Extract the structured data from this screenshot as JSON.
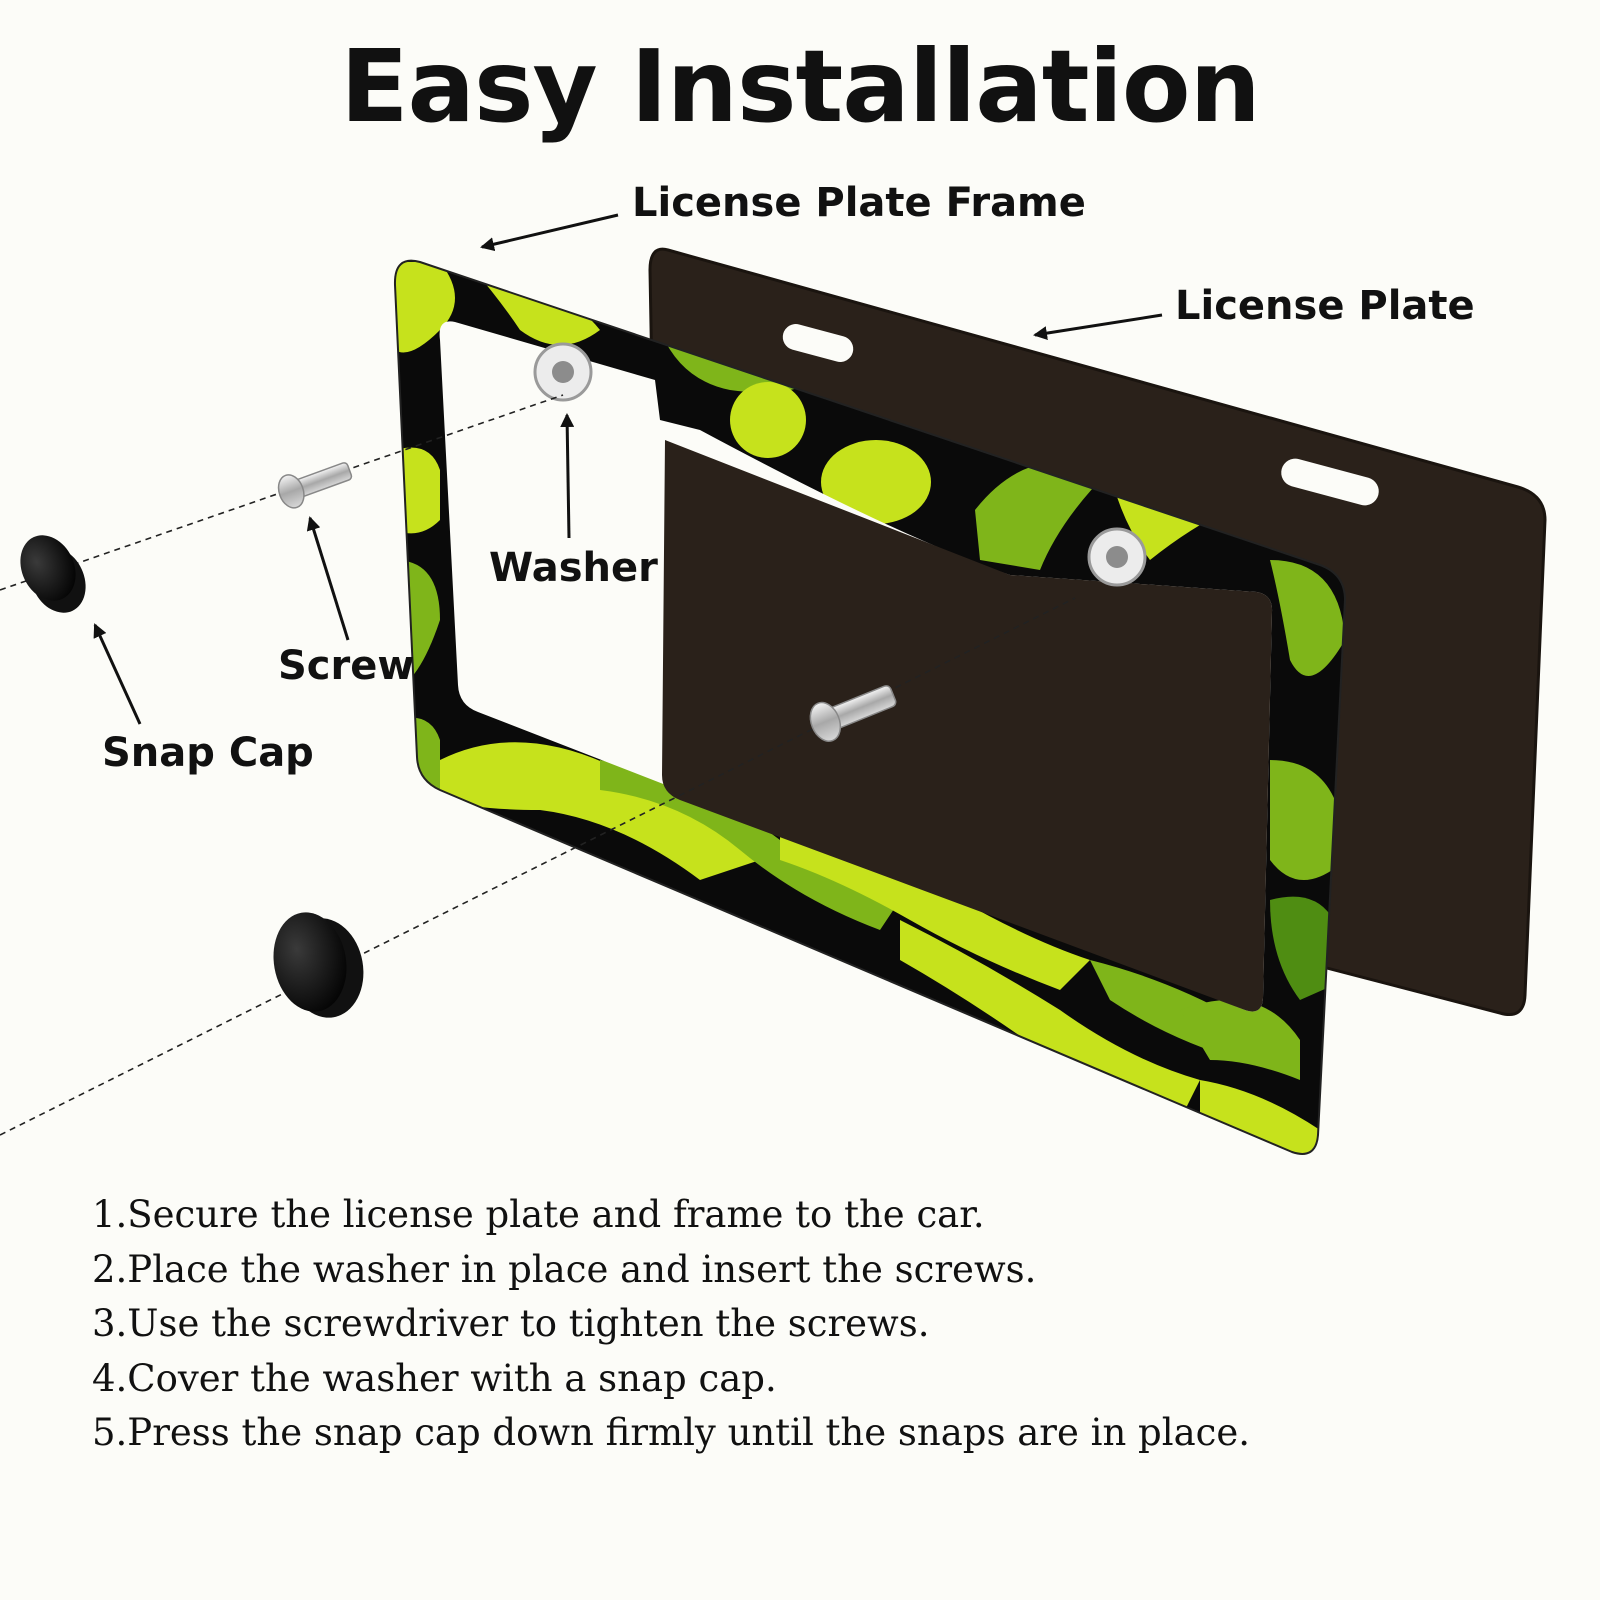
{
  "title": "Easy Installation",
  "labels": {
    "frame": "License Plate Frame",
    "plate": "License Plate",
    "washer": "Washer",
    "screw": "Screw",
    "snap_cap": "Snap Cap"
  },
  "steps": [
    "1.Secure the license plate and frame to the car.",
    "2.Place the washer in place and insert the screws.",
    "3.Use the screwdriver to tighten the screws.",
    "4.Cover the washer with a snap cap.",
    "5.Press the snap cap down firmly until the snaps are in place."
  ],
  "colors": {
    "lime": "#c6e21c",
    "green": "#7fb51a",
    "dark_green": "#4f8d12",
    "black": "#0a0a0a",
    "plate": "#2a211a"
  }
}
